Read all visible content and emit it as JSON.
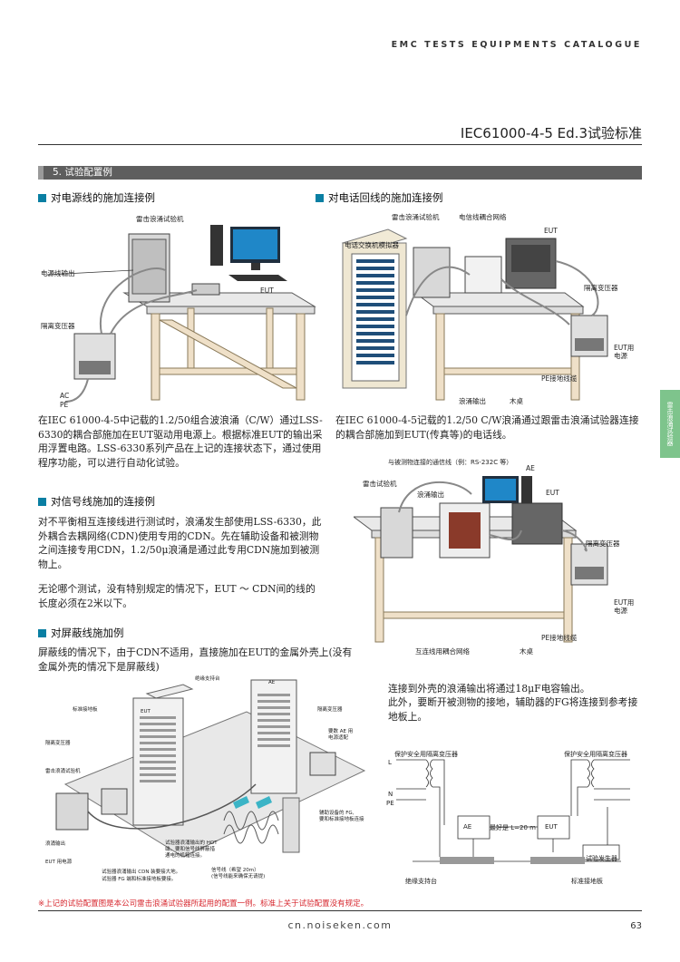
{
  "header": {
    "catalogue": "EMC TESTS EQUIPMENTS CATALOGUE",
    "standard": "IEC61000-4-5 Ed.3试验标准"
  },
  "section": {
    "title": "5. 试验配置例"
  },
  "power": {
    "heading": "对电源线的施加连接例",
    "labels": {
      "generator": "雷击浪涌试验机",
      "output": "电源线输出",
      "eut": "EUT",
      "transformer": "隔离变压器",
      "ac": "AC",
      "pe": "PE"
    },
    "text": "在IEC 61000-4-5中记载的1.2/50组合波浪涌（C/W）通过LSS-6330的耦合部施加在EUT驱动用电源上。根据标准EUT的输出采用浮置电路。LSS-6330系列产品在上记的连接状态下，通过使用程序功能，可以进行自动化试验。"
  },
  "phone": {
    "heading": "对电话回线的施加连接例",
    "labels": {
      "generator": "雷击浪涌试验机",
      "coupling": "电信线耦合网络",
      "eut": "EUT",
      "exchange": "电话交换机模拟器",
      "transformer": "隔离变压器",
      "eut_power_1": "EUT用",
      "eut_power_2": "电源",
      "pe": "PE接地线缆",
      "surge_out": "浪涌输出",
      "table": "木桌"
    },
    "text": "在IEC 61000-4-5记载的1.2/50 C/W浪涌通过跟雷击浪涌试验器连接的耦合部施加到EUT(传真等)的电话线。"
  },
  "signal": {
    "heading": "对信号线施加的连接例",
    "text1": "对不平衡相互连接线进行测试时，浪涌发生部使用LSS-6330，此外耦合去耦网络(CDN)使用专用的CDN。先在辅助设备和被测物之间连接专用CDN，1.2/50μ浪涌是通过此专用CDN施加到被测物上。",
    "text2": "无论哪个测试，没有特别规定的情况下，EUT ～ CDN间的线的长度必须在2米以下。",
    "labels": {
      "comm": "与被测物连接的通信线（例：RS-232C 等）",
      "ae": "AE",
      "generator": "雷击试验机",
      "surge_out": "浪涌输出",
      "eut": "EUT",
      "transformer": "隔离变压器",
      "eut_power_1": "EUT用",
      "eut_power_2": "电源",
      "pe": "PE接地线缆",
      "network": "互连线用耦合网络",
      "table": "木桌"
    }
  },
  "shield": {
    "heading": "对屏蔽线施加例",
    "text": "屏蔽线的情况下，由于CDN不适用，直接施加在EUT的金属外壳上(没有金属外壳的情况下是屏蔽线)",
    "text_right1": "连接到外壳的浪涌输出将通过18μF电容输出。",
    "text_right2": "此外，要断开被测物的接地，辅助器的FG将连接到参考接地板上。",
    "labels": {
      "support": "绝缘支持台",
      "ae": "AE",
      "plane": "标准接地板",
      "eut": "EUT",
      "trans": "隔离变压器",
      "trans_ae1": "要数 AE 用",
      "trans_ae2": "电源适配",
      "iso_trans": "隔离变压器",
      "gen": "雷击浪涌试验机",
      "aux1": "辅助设备的 FG,",
      "aux2": "要和标准接地板连接",
      "surge_out": "浪涌输出",
      "eut_power": "EUT 用电源",
      "note1": "试验器浪涌输出的 HOT",
      "note2": "端，要和信号线屏蔽措",
      "note3": "通电的机箱连接。",
      "cdn1": "试验器浪涌输出 CDN 装要接大地。",
      "cdn2": "试验器 FG 端和标准接地板要接。",
      "sig1": "信号线（希望 20m）",
      "sig2": "(信号线能来确保无请提)"
    }
  },
  "schematic": {
    "prot_left": "保护安全用隔离变压器",
    "prot_right": "保护安全用隔离变压器",
    "l": "L",
    "n": "N",
    "pe": "PE",
    "ae": "AE",
    "eut": "EUT",
    "length": "最好是 L=20 m",
    "gen": "试验发生器",
    "support": "绝缘支持台",
    "plane": "标准接地板"
  },
  "side_tab": "雷击浪涌试验器",
  "footer": {
    "note": "※上记的试验配置图是本公司雷击浪涌试验器所起用的配置一例。标准上关于试验配置没有规定。",
    "url": "cn.noiseken.com",
    "page": "63"
  },
  "colors": {
    "accent": "#0a7fa3",
    "section": "#5e5e5e",
    "note": "#d7282f",
    "tab": "#7ec48c"
  }
}
